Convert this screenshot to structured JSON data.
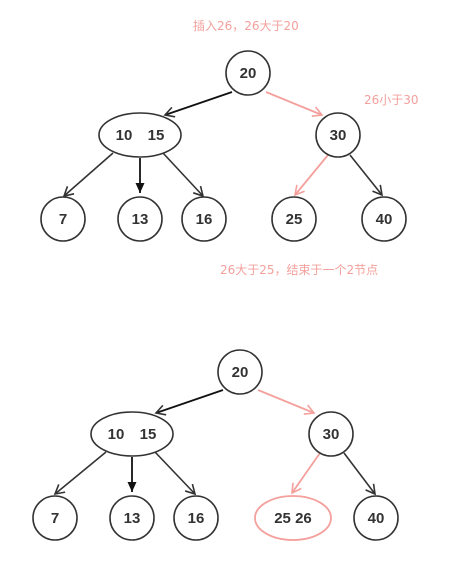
{
  "colors": {
    "normal": "#333333",
    "highlight": "#f4a09c"
  },
  "annotations": {
    "step1_insert": "插入26，26大于20",
    "step1_compare": "26小于30",
    "step1_end": "26大于25，结束于一个2节点"
  },
  "tree_before": {
    "root": "20",
    "left_keys": [
      "10",
      "15"
    ],
    "right": "30",
    "leaves": [
      "7",
      "13",
      "16",
      "25",
      "40"
    ]
  },
  "tree_after": {
    "root": "20",
    "left_keys": [
      "10",
      "15"
    ],
    "right": "30",
    "leaves": [
      "7",
      "13",
      "16",
      "25 26",
      "40"
    ]
  }
}
